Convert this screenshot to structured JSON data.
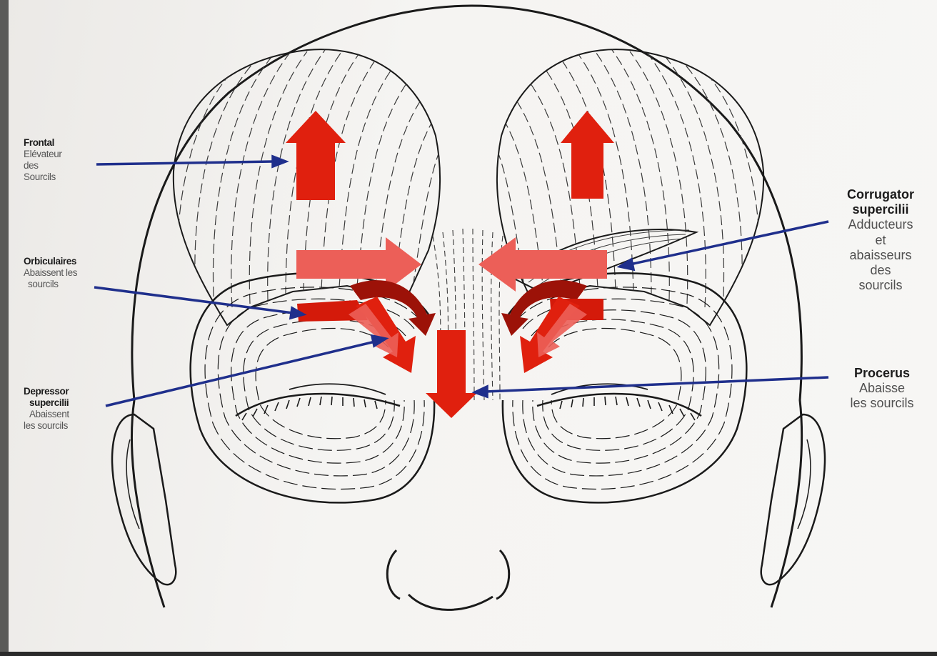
{
  "labels": {
    "frontal": {
      "title": "Frontal",
      "lines": [
        "Elévateur",
        "des",
        "Sourcils"
      ]
    },
    "orbiculaires": {
      "title": "Orbiculaires",
      "lines": [
        "Abaissent les",
        "sourcils"
      ]
    },
    "depressor": {
      "title": "Depressor",
      "title2": "supercilii",
      "lines": [
        "Abaissent",
        "les sourcils"
      ]
    },
    "corrugator": {
      "title": "Corrugator",
      "title2": "supercilii",
      "lines": [
        "Adducteurs",
        "et",
        "abaisseurs",
        "des",
        "sourcils"
      ]
    },
    "procerus": {
      "title": "Procerus",
      "lines": [
        "Abaisse",
        "les sourcils"
      ]
    }
  },
  "colors": {
    "leader_line": "#1f2f8c",
    "arrow_red": "#e0200e",
    "arrow_pink": "#ec5f58",
    "arrow_dark": "#9c1208",
    "line_art": "#1a1a1a"
  }
}
